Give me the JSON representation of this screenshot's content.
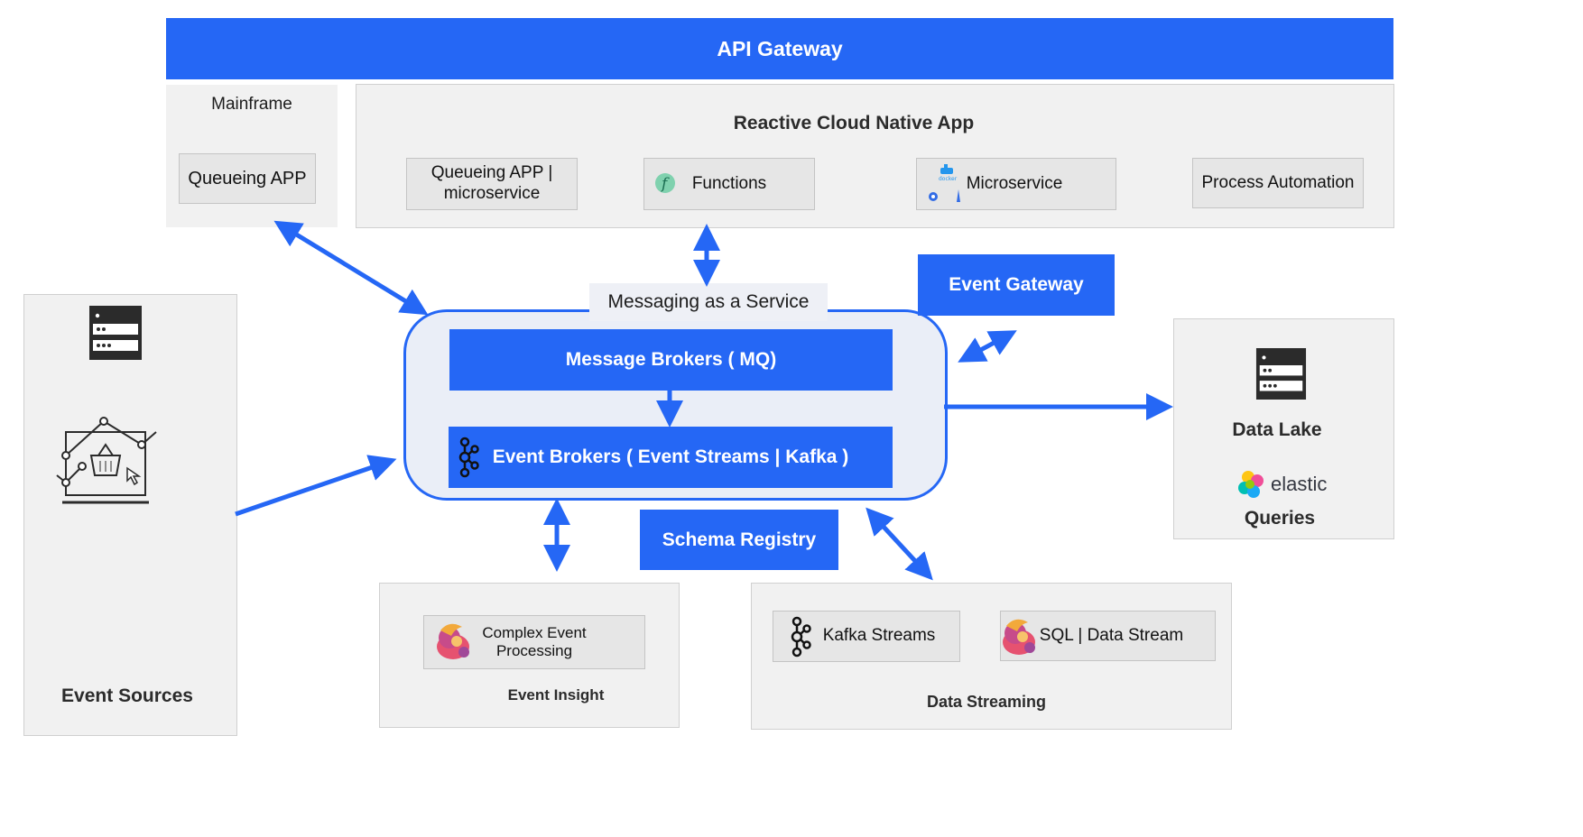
{
  "api_gateway": {
    "label": "API Gateway"
  },
  "mainframe": {
    "title": "Mainframe",
    "queueing_app": "Queueing APP"
  },
  "cloud_native": {
    "title": "Reactive Cloud Native App",
    "items": [
      {
        "label_line1": "Queueing APP |",
        "label_line2": "microservice"
      },
      {
        "label": "Functions",
        "icon": "functions-icon"
      },
      {
        "label": "Microservice",
        "icon": "docker-kubernetes-icon"
      },
      {
        "label": "Process Automation"
      }
    ]
  },
  "messaging": {
    "title": "Messaging as a Service",
    "message_brokers": "Message Brokers ( MQ)",
    "event_brokers": "Event Brokers ( Event Streams | Kafka )"
  },
  "event_gateway": {
    "label": "Event Gateway"
  },
  "schema_registry": {
    "label": "Schema Registry"
  },
  "data_lake": {
    "title": "Data Lake",
    "elastic": "elastic",
    "queries": "Queries"
  },
  "event_sources": {
    "title": "Event Sources"
  },
  "event_insight": {
    "title": "Event Insight",
    "cep_line1": "Complex Event",
    "cep_line2": "Processing"
  },
  "data_streaming": {
    "title": "Data Streaming",
    "kafka_streams": "Kafka Streams",
    "sql_stream": "SQL | Data Stream"
  },
  "colors": {
    "accent": "#2567f5",
    "panel": "#f1f1f1",
    "box": "#e6e6e6"
  }
}
